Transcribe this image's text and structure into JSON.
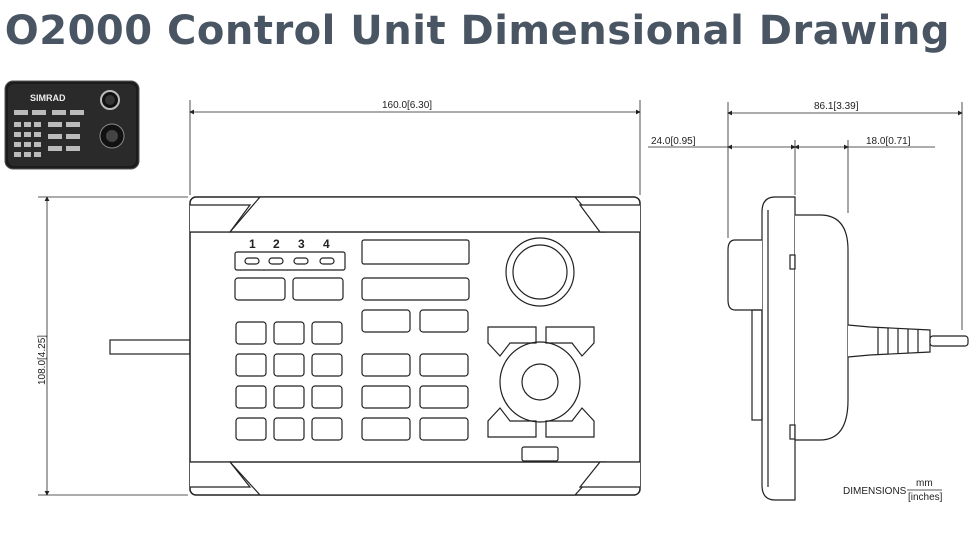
{
  "title": "O2000 Control Unit Dimensional Drawing",
  "thumbnail": {
    "brand": "SIMRAD"
  },
  "port_labels": [
    "1",
    "2",
    "3",
    "4"
  ],
  "dimensions": {
    "front_width": "160.0[6.30]",
    "front_height": "108.0[4.25]",
    "side_depth": "86.1[3.39]",
    "side_front": "24.0[0.95]",
    "side_rear": "18.0[0.71]"
  },
  "units_legend": {
    "label": "DIMENSIONS",
    "numerator": "mm",
    "denominator": "[inches]"
  }
}
